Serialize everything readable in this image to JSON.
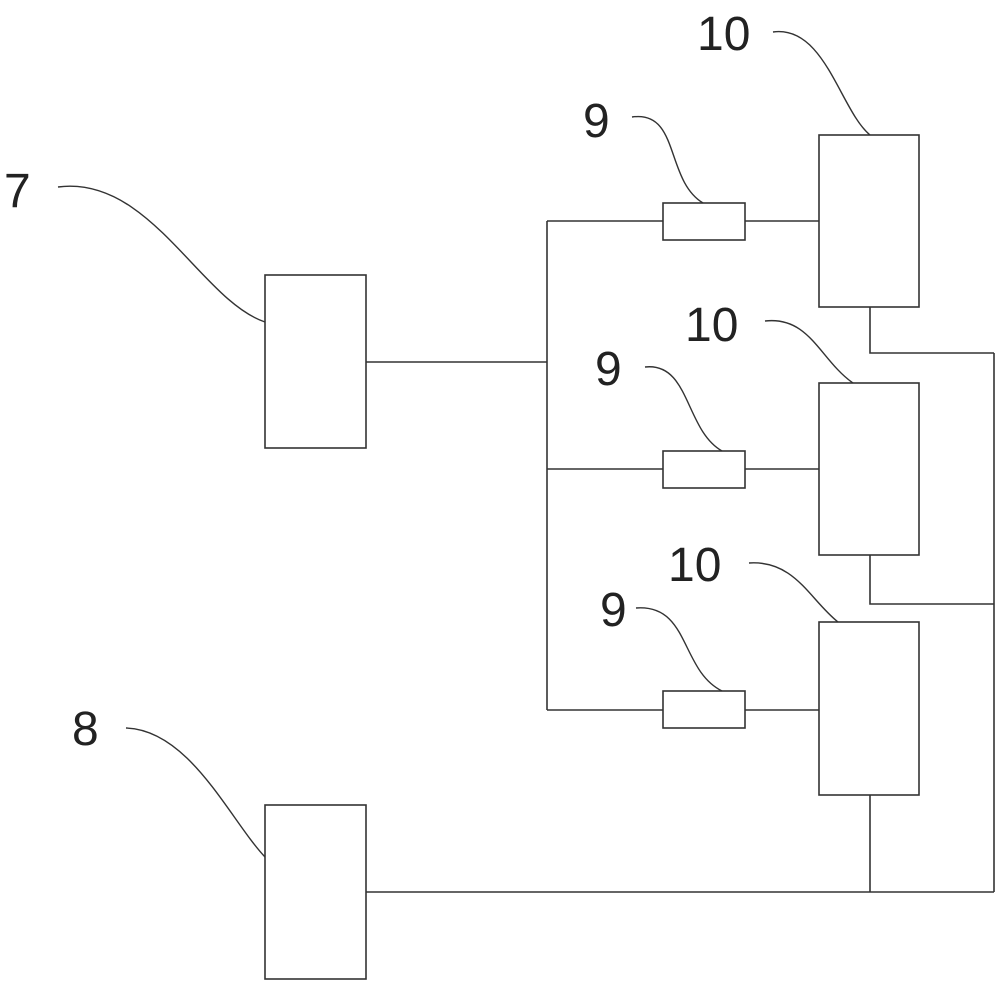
{
  "diagram": {
    "labels": {
      "box7": "7",
      "box8": "8",
      "res_top": "9",
      "res_mid": "9",
      "res_bot": "9",
      "unit_top": "10",
      "unit_mid": "10",
      "unit_bot": "10"
    },
    "colors": {
      "line": "#333333",
      "text": "#222222",
      "background": "#ffffff"
    }
  }
}
